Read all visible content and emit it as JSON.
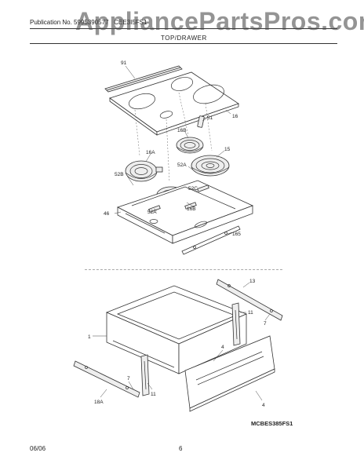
{
  "header": {
    "publication": "Publication No. 5995390577",
    "model": "CEE3I5FS1",
    "title": "TOP/DRAWER"
  },
  "watermark": "AppliancePartsPros.com",
  "callouts": {
    "top": [
      "91",
      "16",
      "51",
      "16B",
      "15",
      "16A",
      "52A",
      "52B",
      "52C",
      "52A",
      "16B",
      "46",
      "165"
    ],
    "drawer": [
      "13",
      "11",
      "7",
      "1",
      "4",
      "11",
      "7",
      "18A",
      "4"
    ]
  },
  "model_code": "MCBES385FS1",
  "footer": {
    "date": "06/06",
    "page": "6"
  }
}
